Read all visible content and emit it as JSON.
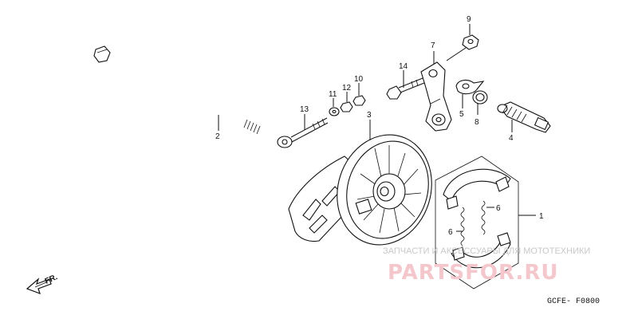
{
  "callouts": {
    "p1": "1",
    "p2": "2",
    "p3": "3",
    "p4": "4",
    "p5": "5",
    "p6a": "6",
    "p6b": "6",
    "p7": "7",
    "p8": "8",
    "p9": "9",
    "p10": "10",
    "p11": "11",
    "p12": "12",
    "p13": "13",
    "p14": "14"
  },
  "direction_marker": {
    "label": "FR.",
    "icon": "front-direction-arrow-icon"
  },
  "diagram_code": "GCFE- F0800",
  "watermark": {
    "tagline": "ЗАПЧАСТИ И АКСЕССУАРЫ ДЛЯ МОТОТЕХНИКИ",
    "brand": "PARTSFOR.RU",
    "color": "#e8909a"
  }
}
